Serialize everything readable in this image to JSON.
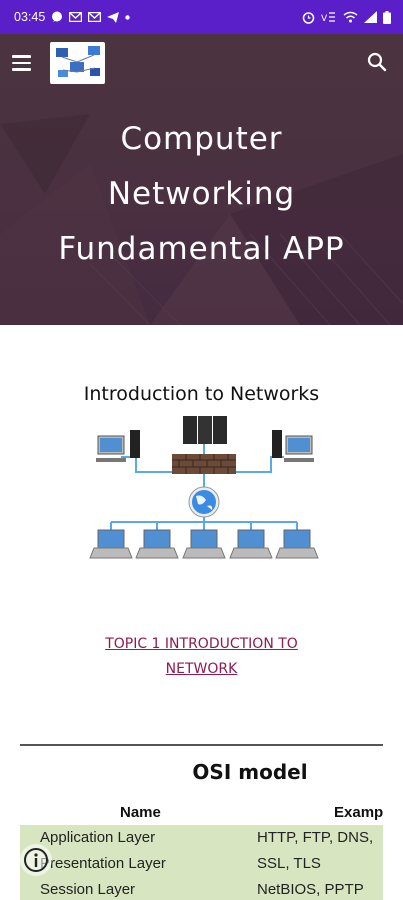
{
  "status_bar": {
    "time": "03:45",
    "left_icons": [
      "message-icon",
      "gmail-icon",
      "gmail-icon",
      "telegram-icon",
      "dot-icon"
    ],
    "right_icons": [
      "alarm-icon",
      "volte-icon",
      "wifi-icon",
      "signal-icon",
      "battery-icon"
    ]
  },
  "header": {
    "title": "Computer Networking Fundamental APP",
    "title_lines": [
      "Computer",
      "Networking",
      "Fundamental APP"
    ]
  },
  "content": {
    "intro_heading": "Introduction to Networks",
    "topic_link_lines": [
      "TOPIC 1 INTRODUCTION TO",
      "NETWORK"
    ]
  },
  "osi": {
    "title": "OSI model",
    "headers": [
      "Name",
      "Examp"
    ],
    "rows": [
      {
        "name": "Application Layer",
        "example": "HTTP, FTP, DNS,"
      },
      {
        "name": "Presentation Layer",
        "example": "SSL, TLS"
      },
      {
        "name": "Session Layer",
        "example": "NetBIOS, PPTP"
      }
    ]
  },
  "colors": {
    "status_bar": "#5a1fc9",
    "hero": "#4a3041",
    "link": "#8e1b52",
    "table_row": "#d7e6c0"
  }
}
